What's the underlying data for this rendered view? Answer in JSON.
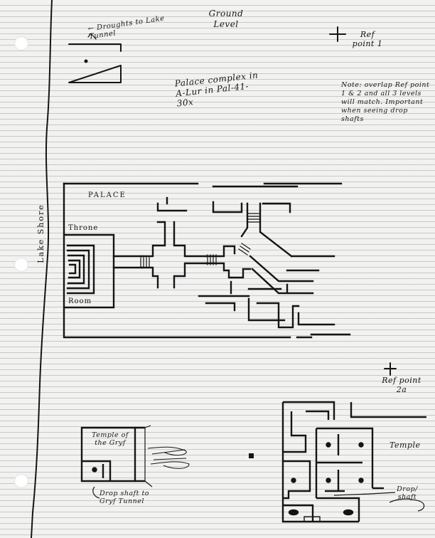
{
  "notes": {
    "drought_tunnel": "← Droughts to Lake Tunnel",
    "ground_level": "Ground Level",
    "ref_point_1": "Ref point 1",
    "palace_complex": "Palace complex in A-Lur in Pal-41-30x",
    "note_block": "Note: overlap Ref point 1 & 2 and all 3 levels will match. Important when seeing drop shafts",
    "lake_shore": "Lake Shore",
    "palace": "PALACE",
    "throne": "Throne",
    "room": "Room",
    "ref_point_2": "Ref point 2a",
    "temple_gryf": "Temple of the Gryf",
    "drop_shaft_note": "Drop shaft to Gryf Tunnel",
    "temple": "Temple",
    "drop_shaft_label": "Drop/ shaft"
  }
}
